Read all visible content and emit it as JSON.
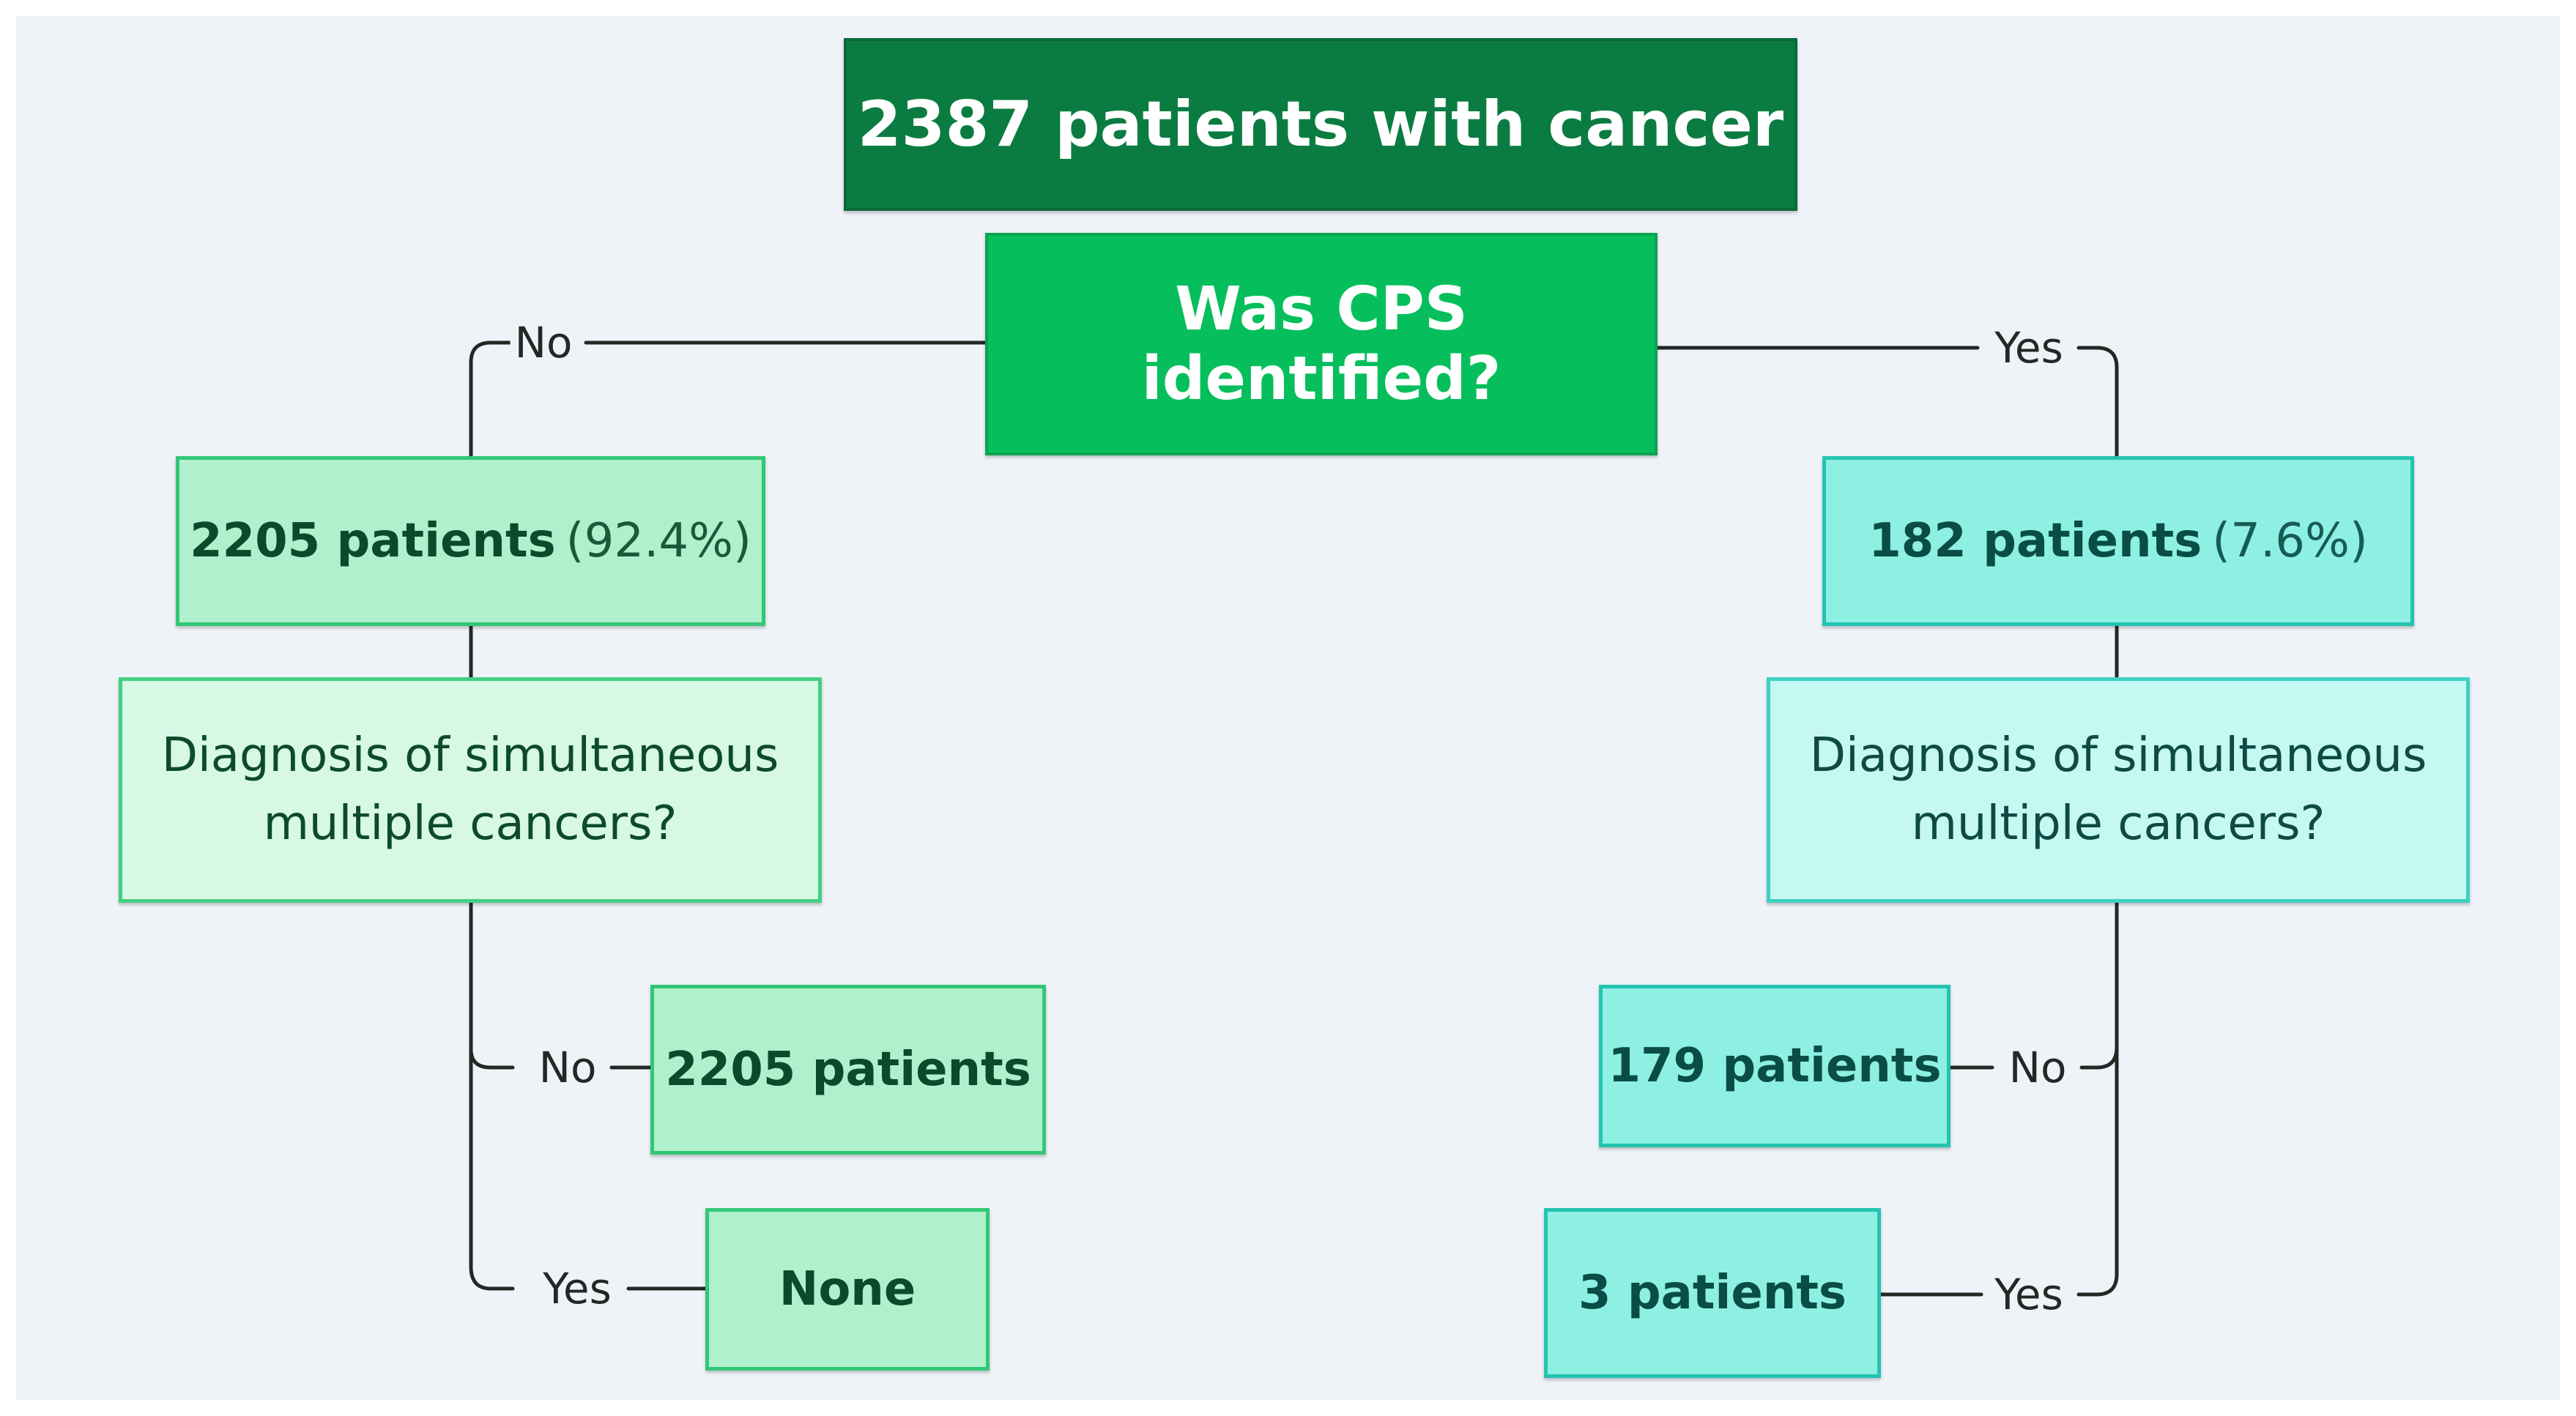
{
  "root": {
    "label": "2387 patients with cancer"
  },
  "question": {
    "label": "Was CPS identified?"
  },
  "branch_labels": {
    "no": "No",
    "yes": "Yes"
  },
  "left": {
    "count": "2205 patients",
    "percent": "(92.4%)",
    "question_line1": "Diagnosis of simultaneous",
    "question_line2": "multiple cancers?",
    "no_result": "2205 patients",
    "yes_result": "None"
  },
  "right": {
    "count": "182 patients",
    "percent": "(7.6%)",
    "question_line1": "Diagnosis of simultaneous",
    "question_line2": "multiple cancers?",
    "no_result": "179 patients",
    "yes_result": "3 patients"
  },
  "colors": {
    "root_fill": "#0b7c41",
    "question_fill": "#06bf5c",
    "no_branch_fill": "#b1f0cc",
    "yes_branch_fill": "#8df0e3",
    "connector": "#1f2a24",
    "background": "#eff3f8"
  }
}
